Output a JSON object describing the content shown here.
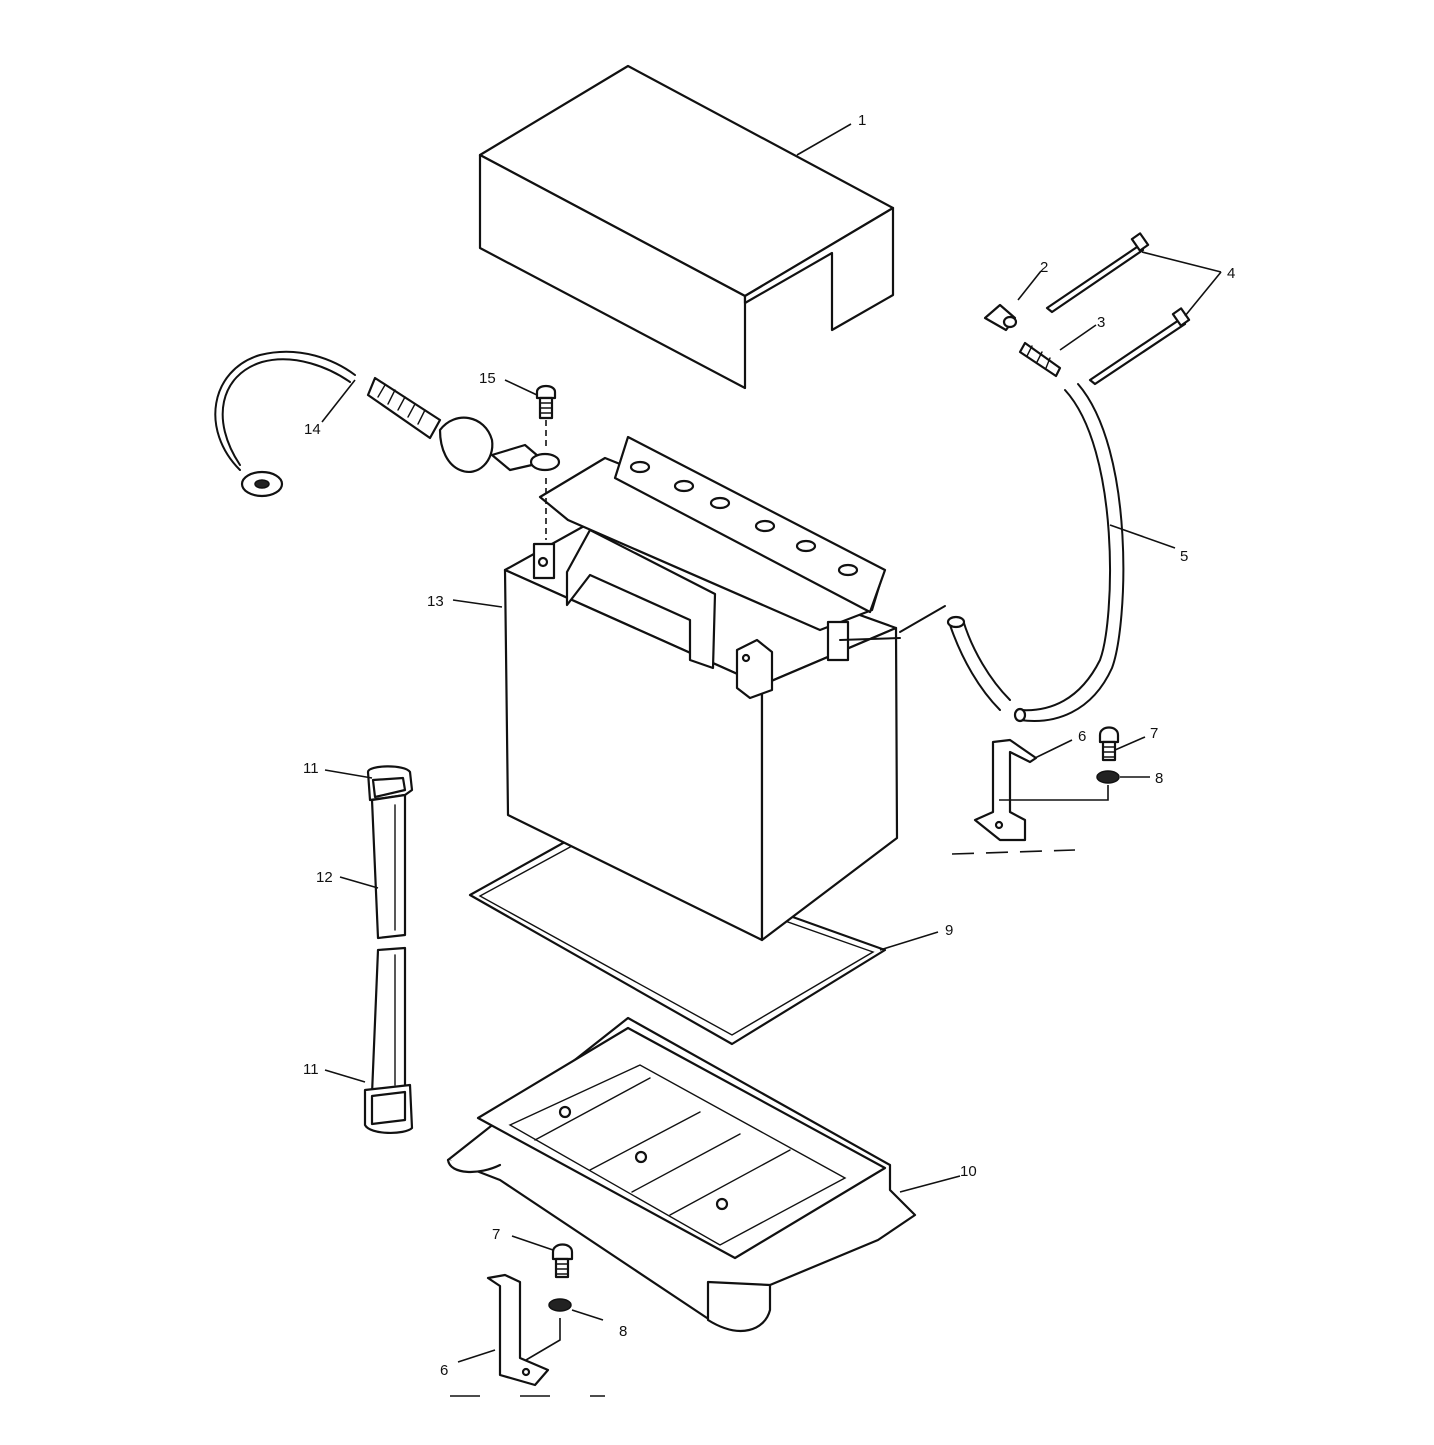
{
  "callouts": [
    {
      "id": "c1",
      "text": "1"
    },
    {
      "id": "c2",
      "text": "2"
    },
    {
      "id": "c3",
      "text": "3"
    },
    {
      "id": "c4",
      "text": "4"
    },
    {
      "id": "c5",
      "text": "5"
    },
    {
      "id": "c6a",
      "text": "6"
    },
    {
      "id": "c6b",
      "text": "6"
    },
    {
      "id": "c7a",
      "text": "7"
    },
    {
      "id": "c7b",
      "text": "7"
    },
    {
      "id": "c8a",
      "text": "8"
    },
    {
      "id": "c8b",
      "text": "8"
    },
    {
      "id": "c9",
      "text": "9"
    },
    {
      "id": "c10",
      "text": "10"
    },
    {
      "id": "c11a",
      "text": "11"
    },
    {
      "id": "c11b",
      "text": "11"
    },
    {
      "id": "c12",
      "text": "12"
    },
    {
      "id": "c13",
      "text": "13"
    },
    {
      "id": "c14",
      "text": "14"
    },
    {
      "id": "c15",
      "text": "15"
    }
  ]
}
